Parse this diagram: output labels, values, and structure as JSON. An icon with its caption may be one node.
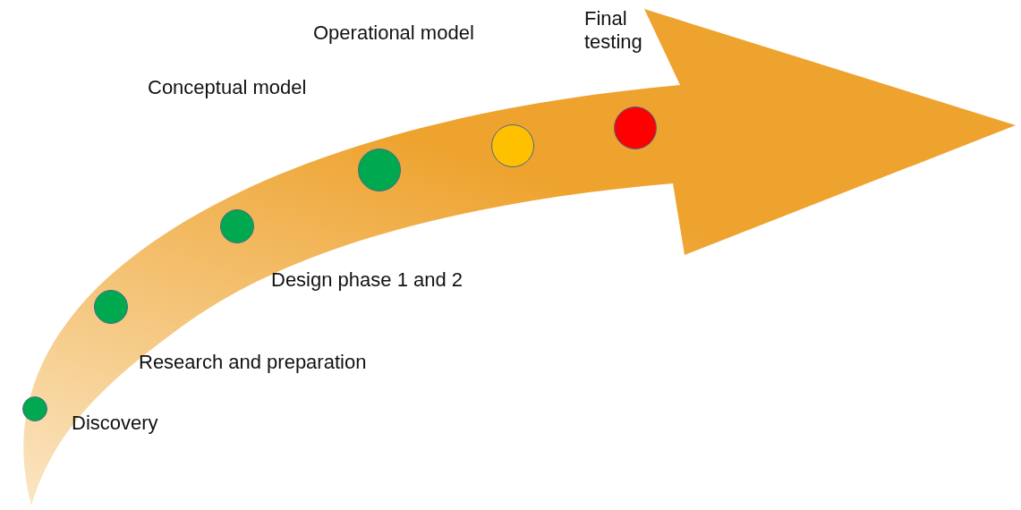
{
  "diagram": {
    "nodes": [
      {
        "text": [],
        "shape": "circle",
        "beside": [
          "Discovery"
        ]
      },
      {
        "text": [],
        "shape": "circle",
        "beside": [
          "Research and preparation"
        ]
      },
      {
        "text": [],
        "shape": "circle",
        "beside": [
          "Design phase 1 and 2"
        ]
      },
      {
        "text": [],
        "shape": "circle"
      },
      {
        "text": [],
        "shape": "circle"
      },
      {
        "text": [],
        "shape": "circle",
        "beside": [
          "Final testing"
        ]
      }
    ],
    "labels": [
      "Operational model",
      "Conceptual model"
    ]
  }
}
